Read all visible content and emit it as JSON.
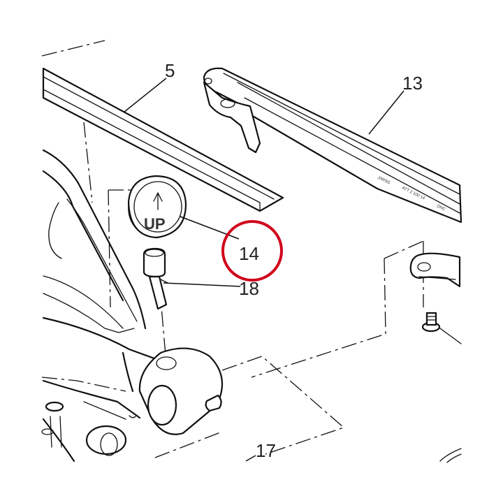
{
  "callouts": [
    {
      "id": "5",
      "label": "5"
    },
    {
      "id": "13",
      "label": "13"
    },
    {
      "id": "14",
      "label": "14"
    },
    {
      "id": "18",
      "label": "18"
    },
    {
      "id": "17",
      "label": "17"
    }
  ],
  "cap_text": "UP",
  "highlight": {
    "target": "14",
    "color": "#d0021b"
  },
  "line_color": "#111111"
}
